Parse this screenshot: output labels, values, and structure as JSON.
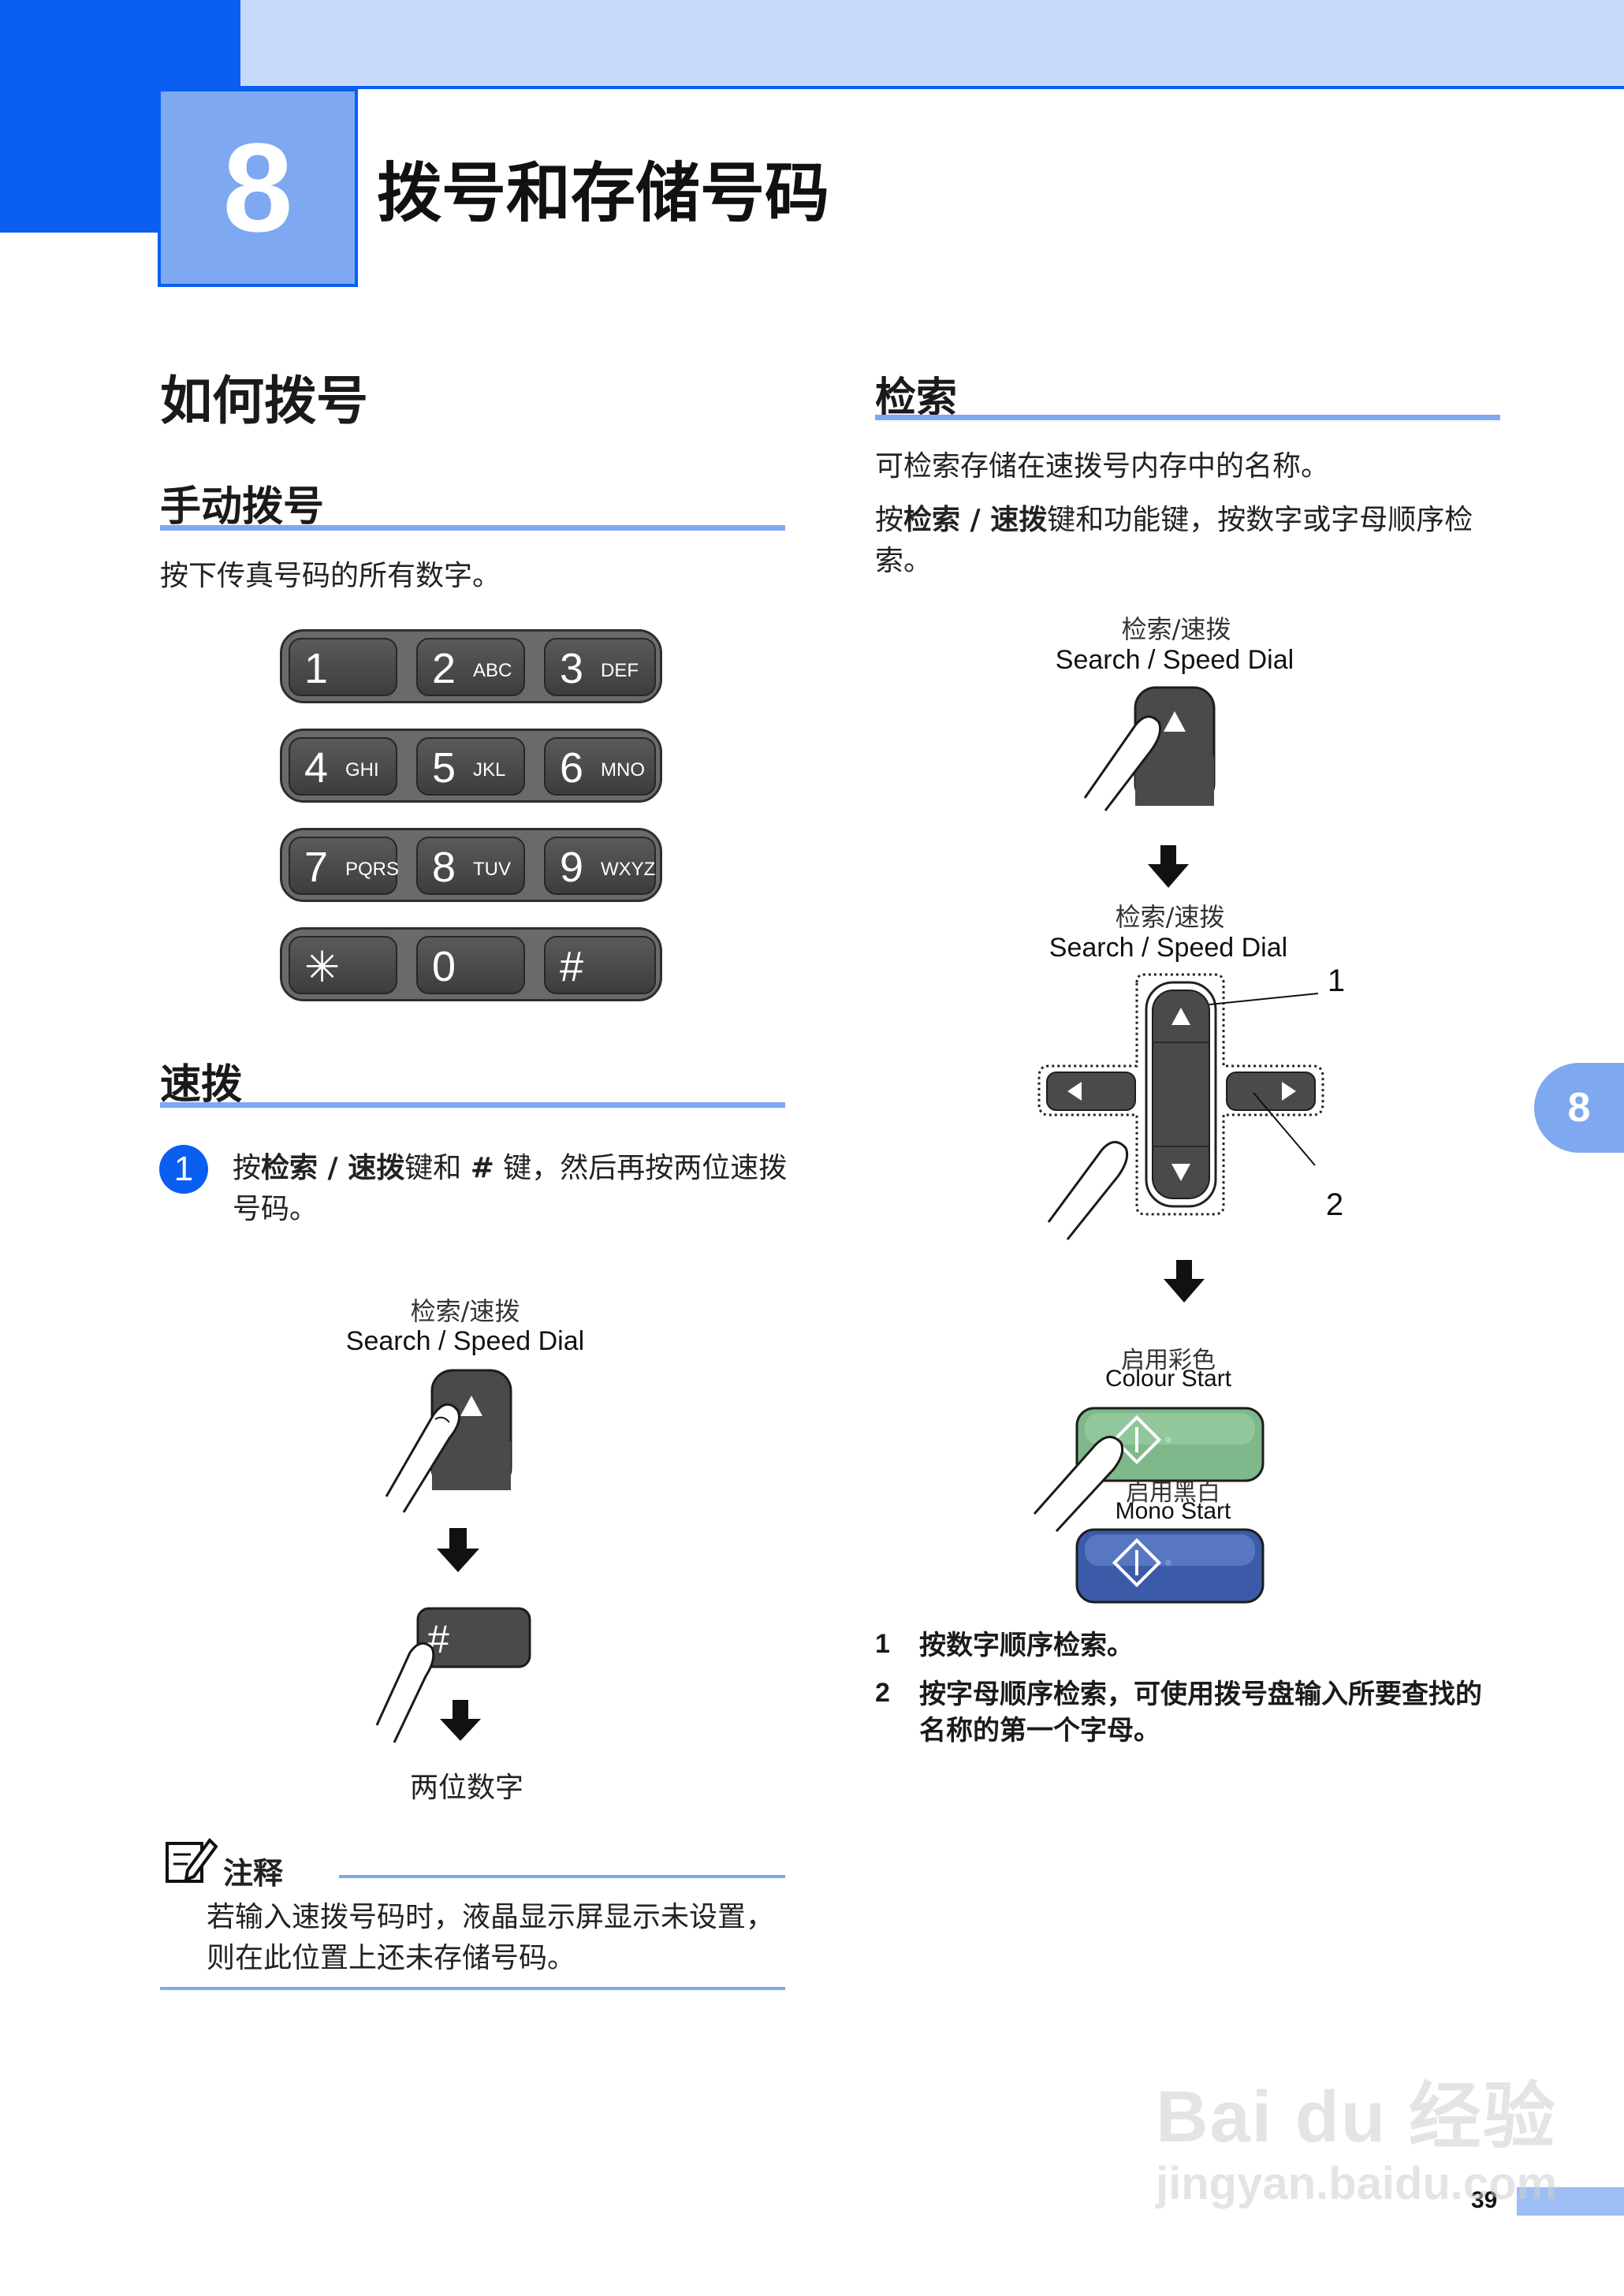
{
  "header": {
    "chapter_number": "8",
    "chapter_title": "拨号和存储号码"
  },
  "left": {
    "section_title": "如何拨号",
    "manual": {
      "title": "手动拨号",
      "body": "按下传真号码的所有数字。",
      "keypad": [
        [
          {
            "d": "1",
            "l": ""
          },
          {
            "d": "2",
            "l": "ABC"
          },
          {
            "d": "3",
            "l": "DEF"
          }
        ],
        [
          {
            "d": "4",
            "l": "GHI"
          },
          {
            "d": "5",
            "l": "JKL"
          },
          {
            "d": "6",
            "l": "MNO"
          }
        ],
        [
          {
            "d": "7",
            "l": "PQRS"
          },
          {
            "d": "8",
            "l": "TUV"
          },
          {
            "d": "9",
            "l": "WXYZ"
          }
        ],
        [
          {
            "d": "✳",
            "l": ""
          },
          {
            "d": "0",
            "l": ""
          },
          {
            "d": "#",
            "l": ""
          }
        ]
      ]
    },
    "speed": {
      "title": "速拨",
      "step_number": "1",
      "step_pre": "按",
      "step_bold1": "检索 / 速拨",
      "step_mid": "键和 ",
      "step_bold2": "#",
      "step_post": " 键，然后再按两位速拨号码。",
      "fig_cn": "检索/速拨",
      "fig_en": "Search / Speed Dial",
      "hash_key": "#",
      "two_digits": "两位数字"
    },
    "note": {
      "title": "注释",
      "body": "若输入速拨号码时，液晶显示屏显示未设置，则在此位置上还未存储号码。"
    }
  },
  "right": {
    "title": "检索",
    "body1": "可检索存储在速拨号内存中的名称。",
    "body2_pre": "按",
    "body2_bold": "检索 / 速拨",
    "body2_post": "键和功能键，按数字或字母顺序检索。",
    "fig1_cn": "检索/速拨",
    "fig1_en": "Search / Speed Dial",
    "fig2_cn": "检索/速拨",
    "fig2_en": "Search / Speed Dial",
    "callout1": "1",
    "callout2": "2",
    "colour_cn": "启用彩色",
    "colour_en": "Colour Start",
    "mono_cn": "启用黑白",
    "mono_en": "Mono Start",
    "list": [
      {
        "n": "1",
        "text": "按数字顺序检索。"
      },
      {
        "n": "2",
        "text": "按字母顺序检索，可使用拨号盘输入所要查找的名称的第一个字母。"
      }
    ]
  },
  "side_tab": "8",
  "page_number": "39",
  "watermark": {
    "brand": "Bai du 经验",
    "url": "jingyan.baidu.com"
  }
}
